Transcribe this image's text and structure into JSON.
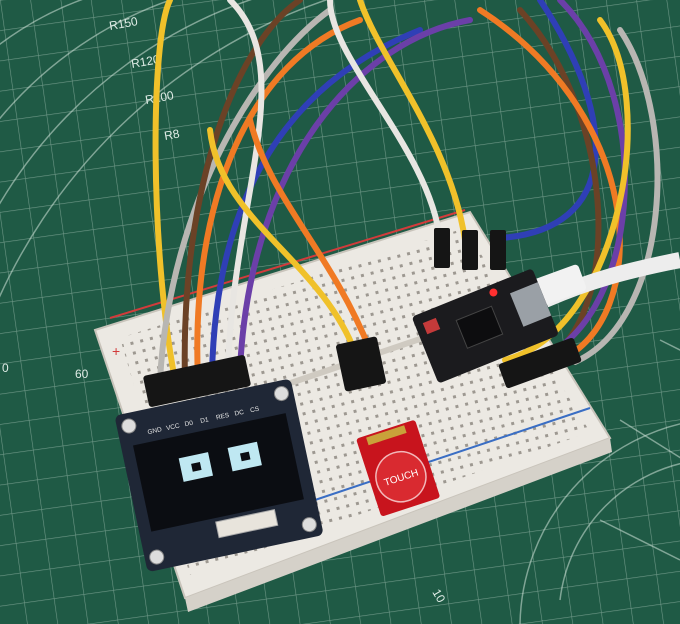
{
  "mat": {
    "color": "#1f5a45",
    "grid_color": "#cfe3d8",
    "labels": {
      "r150": "R150",
      "r120": "R120",
      "r100": "R100",
      "r8": "R8",
      "n60": "60",
      "n0": "0",
      "n10": "10"
    }
  },
  "breadboard": {
    "color": "#ece9e3",
    "rail_plus_color": "#d23b3b",
    "rail_minus_color": "#3a6ec4",
    "signs": {
      "plus": "+",
      "minus": "−"
    }
  },
  "oled": {
    "pin_labels": [
      "GND",
      "VCC",
      "D0",
      "D1",
      "RES",
      "DC",
      "CS"
    ],
    "pcb_color": "#1f2736",
    "screen_color": "#0b0d12",
    "eye_color": "#bfe8f2"
  },
  "touch_module": {
    "label": "TOUCH",
    "pcb_color": "#c8141d",
    "pad_color": "#d92a30"
  },
  "mcu": {
    "pcb_color": "#1b1b1e",
    "led_color": "#ff3030"
  },
  "wires": {
    "colors": {
      "yellow": "#f0c12a",
      "white": "#e8e6e2",
      "grey": "#b8b6b2",
      "brown": "#6b4226",
      "orange": "#f07a24",
      "blue": "#2f3fb6",
      "purple": "#6b3fa8"
    }
  }
}
